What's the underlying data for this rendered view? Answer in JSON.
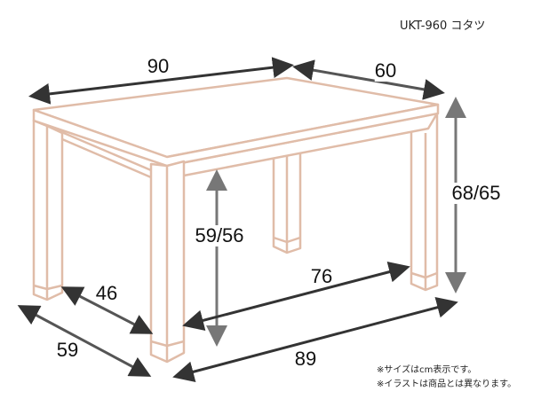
{
  "title": "UKT-960 コタツ",
  "dimensions": {
    "width_top": "90",
    "depth_top": "60",
    "height_total": "68/65",
    "height_under": "59/56",
    "inner_depth": "46",
    "inner_width": "76",
    "leg_depth": "59",
    "leg_width": "89"
  },
  "notes": [
    "※サイズはcm表示です。",
    "※イラストは商品とは異なります。"
  ],
  "colors": {
    "table_line": "#e0bca8",
    "arrow_dark": "#333333",
    "arrow_gray": "#777777"
  }
}
